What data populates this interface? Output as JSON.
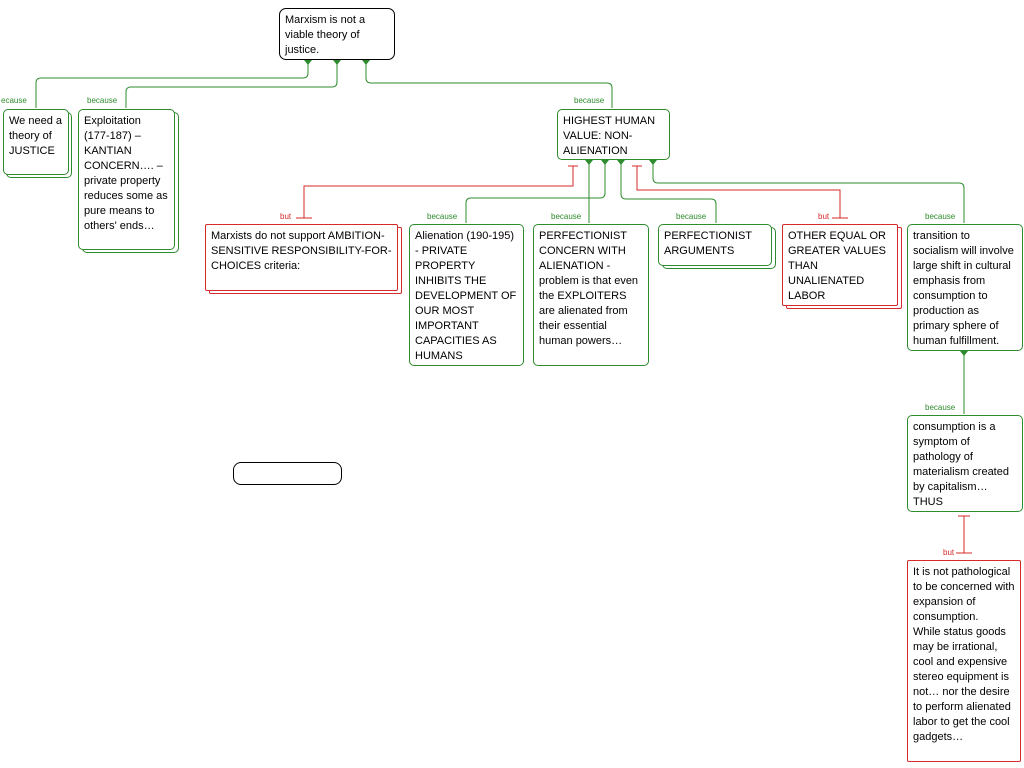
{
  "colors": {
    "support": "#2e8b2e",
    "objection": "#d42a2a",
    "root_border": "#000000"
  },
  "labels": {
    "because": "because",
    "because_truncated": "ecause",
    "but": "but"
  },
  "nodes": {
    "root": "Marxism is not a viable theory of justice.",
    "justice": "We need a theory of JUSTICE",
    "exploitation": "Exploitation (177-187) – KANTIAN CONCERN…. – private property reduces some as pure means to others' ends…",
    "non_alienation": "HIGHEST HUMAN VALUE: NON-ALIENATION",
    "ambition": "Marxists do not support AMBITION-SENSITIVE RESPONSIBILITY-FOR-CHOICES criteria:",
    "alienation": "Alienation (190-195) - PRIVATE PROPERTY INHIBITS THE DEVELOPMENT OF OUR MOST IMPORTANT CAPACITIES AS HUMANS",
    "perfectionist_concern": "PERFECTIONIST CONCERN WITH ALIENATION - problem is that even the EXPLOITERS are alienated from their essential human powers…",
    "perfectionist_args": "PERFECTIONIST ARGUMENTS",
    "other_values": "OTHER EQUAL OR GREATER VALUES THAN UNALIENATED LABOR",
    "transition": "transition to socialism will involve large shift in cultural emphasis from consumption to production as primary sphere of human fulfillment.",
    "consumption": "consumption is a symptom of pathology of materialism created by capitalism… THUS",
    "not_pathological": "It is not pathological to be concerned with expansion of consumption.\nWhile status goods may be irrational, cool and expensive stereo equipment is not… nor the desire to perform alienated labor to get the cool gadgets…",
    "empty": ""
  }
}
